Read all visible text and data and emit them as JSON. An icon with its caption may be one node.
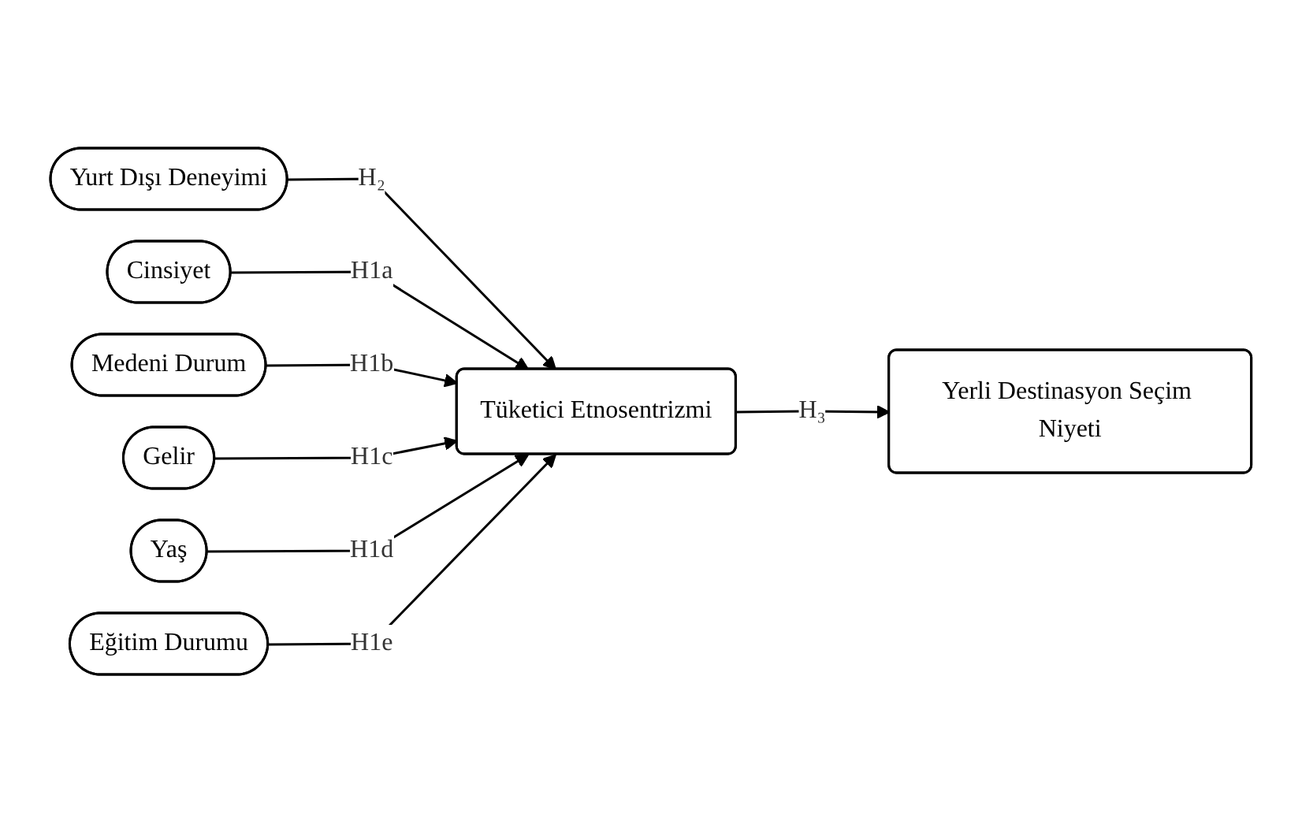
{
  "diagram": {
    "nodes": [
      {
        "text": [
          "Yurt Dışı Deneyimi"
        ]
      },
      {
        "text": [
          "Cinsiyet"
        ]
      },
      {
        "text": [
          "Medeni Durum"
        ]
      },
      {
        "text": [
          "Gelir"
        ]
      },
      {
        "text": [
          "Yaş"
        ]
      },
      {
        "text": [
          "Eğitim Durumu"
        ]
      },
      {
        "text": [
          "Tüketici Etnosentrizmi"
        ]
      },
      {
        "text": [
          "Yerli Destinasyon Seçim Niyeti"
        ]
      }
    ],
    "edges": [
      {
        "from": 0,
        "to": 6,
        "label": "H₂",
        "arrow": "to"
      },
      {
        "from": 1,
        "to": 6,
        "label": "H1a",
        "arrow": "to"
      },
      {
        "from": 2,
        "to": 6,
        "label": "H1b",
        "arrow": "to"
      },
      {
        "from": 3,
        "to": 6,
        "label": "H1c",
        "arrow": "to"
      },
      {
        "from": 4,
        "to": 6,
        "label": "H1d",
        "arrow": "to"
      },
      {
        "from": 5,
        "to": 6,
        "label": "H1e",
        "arrow": "to"
      },
      {
        "from": 6,
        "to": 7,
        "label": "H₃",
        "arrow": "to"
      }
    ]
  }
}
